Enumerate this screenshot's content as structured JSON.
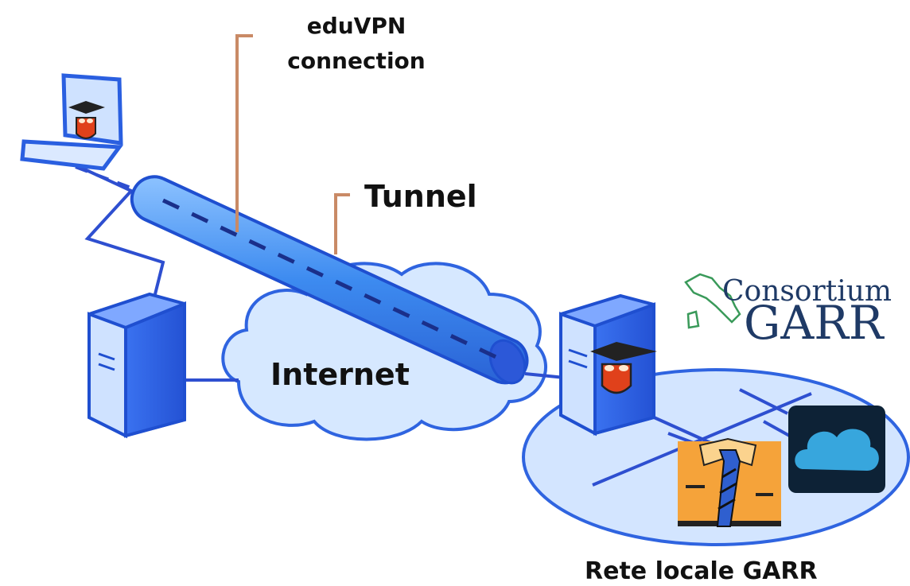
{
  "labels": {
    "eduvpn_line1": "eduVPN",
    "eduvpn_line2": "connection",
    "tunnel": "Tunnel",
    "internet": "Internet",
    "local_network": "Rete locale  GARR"
  },
  "logo": {
    "line1": "Consortium",
    "line2": "GARR"
  },
  "colors": {
    "device_blue": "#2e64e8",
    "device_light": "#cfe2ff",
    "tunnel_blue": "#3d8bf0",
    "cloud_fill": "#d6e8ff",
    "network_fill": "#d3e5ff",
    "callout_line": "#c98a66",
    "shield_red": "#e0411b",
    "logo_navy": "#1f3a66",
    "logo_green": "#3a9a5a"
  }
}
